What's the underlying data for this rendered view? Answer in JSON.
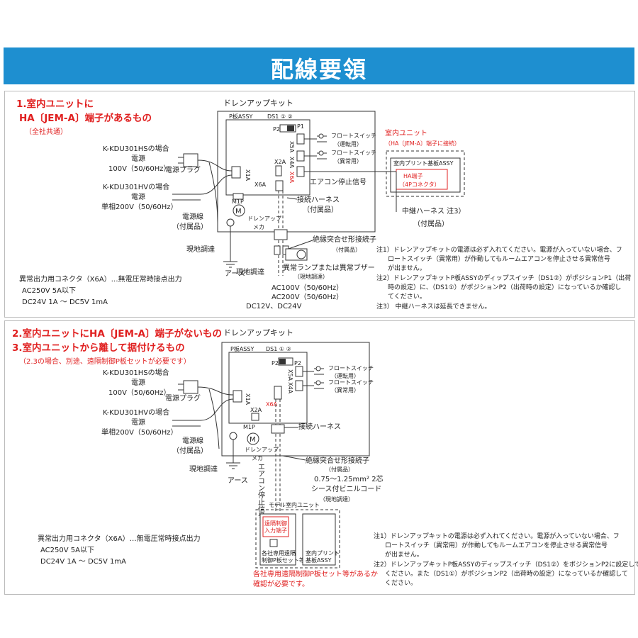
{
  "header": {
    "title": "配線要領",
    "color": "#1e8fd0"
  },
  "colors": {
    "accent_red": "#e02020",
    "line": "#333333"
  },
  "section1": {
    "title_line1": "1.室内ユニットに",
    "title_line2": "HA〔JEM-A〕端子があるもの",
    "subtitle": "（全社共通）",
    "kit_title": "ドレンアップキット",
    "pboard": "P板ASSY",
    "ds": "DS1 ① ②",
    "p2": "P2",
    "p1": "P1",
    "x5a": "X5A",
    "x4a": "X4A",
    "x6a_conn": "X6A",
    "x1a": "X1A",
    "x2a": "X2A",
    "x6a": "X6A",
    "m1p": "M1P",
    "motor": "M",
    "float1": "フロートスイッチ",
    "float1_sub": "（運転用）",
    "float2": "フロートスイッチ",
    "float2_sub": "（異常用）",
    "stop_signal": "エアコン停止信号",
    "kdu_hs": "K-KDU301HSの場合",
    "power1": "電源",
    "power1_v": "100V（50/60Hz）",
    "plug": "電源プラグ",
    "kdu_hv": "K-KDU301HVの場合",
    "power2": "電源",
    "power2_v": "単相200V（50/60Hz）",
    "power_line": "電源線",
    "supplied": "（付属品）",
    "site": "現地調達",
    "earth": "アース",
    "drainup_mech1": "ドレンアップ",
    "drainup_mech2": "メカ",
    "harness": "接続ハーネス",
    "harness_sub": "（付属品）",
    "terminal": "絶縁突合せ形接続子",
    "terminal_sub": "（付属品）",
    "indoor_unit": "室内ユニット",
    "indoor_unit_sub": "（HA〔JEM-A〕端子に接続）",
    "indoor_board": "室内プリント基板ASSY",
    "ha_terminal": "HA端子",
    "ha_4p": "（4Pコネクタ）",
    "relay_harness": "中継ハーネス 注3）",
    "relay_sub": "（付属品）",
    "site2": "現地調達",
    "lamp": "異常ランプまたは異常ブザー",
    "lamp_sub": "（現地調達）",
    "ac100": "AC100V（50/60Hz）",
    "ac200": "AC200V（50/60Hz）",
    "dc": "DC12V、DC24V",
    "output_title": "異常出力用コネクタ（X6A）…無電圧常時接点出力",
    "output_ac": "AC250V  5A以下",
    "output_dc": "DC24V  1A  ～  DC5V  1mA",
    "note1_a": "注1）ドレンアップキットの電源は必ず入れてください。電源が入っていない場合、フ",
    "note1_b": "ロートスイッチ（異常用）が作動してもルームエアコンを停止させる異常信号",
    "note1_c": "が出ません。",
    "note2_a": "注2）ドレンアップキットP板ASSYのディップスイッチ（DS1②）がポジションP1（出荷",
    "note2_b": "時の設定）に、（DS1①）がポジションP2（出荷時の設定）になっているか確認し",
    "note2_c": "てください。",
    "note3": "注3） 中継ハーネスは延長できません。"
  },
  "section2": {
    "title_line1": "2.室内ユニットにHA〔JEM-A〕端子がないもの",
    "title_line2": "3.室内ユニットから離して据付けるもの",
    "subtitle": "（2.3の場合、別途、遠隔制御P板セットが必要です）",
    "kit_title": "ドレンアップキット",
    "pboard": "P板ASSY",
    "ds": "DS1 ① ②",
    "p2": "P2",
    "p2b": "P2",
    "x5a": "X5A",
    "x4a": "X4A",
    "x6a_conn": "X6A",
    "x1a": "X1A",
    "x2a": "X2A",
    "m1p": "M1P",
    "motor": "M",
    "float1": "フロートスイッチ",
    "float1_sub": "（運転用）",
    "float2": "フロートスイッチ",
    "float2_sub": "（異常用）",
    "kdu_hs": "K-KDU301HSの場合",
    "power1": "電源",
    "power1_v": "100V（50/60Hz）",
    "plug": "電源プラグ",
    "kdu_hv": "K-KDU301HVの場合",
    "power2": "電源",
    "power2_v": "単相200V（50/60Hz）",
    "power_line": "電源線",
    "supplied": "（付属品）",
    "site": "現地調達",
    "earth": "アース",
    "drainup_mech1": "ドレンアップ",
    "drainup_mech2": "メカ",
    "harness": "接続ハーネス",
    "terminal": "絶縁突合せ形接続子",
    "terminal_sub": "（付属品）",
    "stop_vertical": "エアコン停止信号",
    "cord": "0.75～1.25mm² 2芯",
    "cord2": "シース付ビニルコード",
    "cord_sub": "（現地調達）",
    "model_unit": "モデル室内ユニット",
    "remote_terminal1": "遠隔制御",
    "remote_terminal2": "入力端子",
    "remote_set1": "各社専用遠隔",
    "remote_set2": "制御P板セット等",
    "indoor_board1": "室内プリント",
    "indoor_board2": "基板ASSY",
    "confirm1": "各社専用遠隔制御P板セット等があるか",
    "confirm2": "確認が必要です。",
    "output_title": "異常出力用コネクタ（X6A）…無電圧常時接点出力",
    "output_ac": "AC250V  5A以下",
    "output_dc": "DC24V  1A  ～  DC5V  1mA",
    "note1_a": "注1）ドレンアップキットの電源は必ず入れてください。電源が入っていない場合、フ",
    "note1_b": "ロートスイッチ（異常用）が作動してもルームエアコンを停止させる異常信号",
    "note1_c": "が出ません。",
    "note2_a": "注2）ドレンアップキットP板ASSYのディップスイッチ（DS1②）をポジションP2に設定して",
    "note2_b": "ください。また（DS1①）がポジションP2（出荷時の設定）になっているか確認して",
    "note2_c": "ください。"
  }
}
